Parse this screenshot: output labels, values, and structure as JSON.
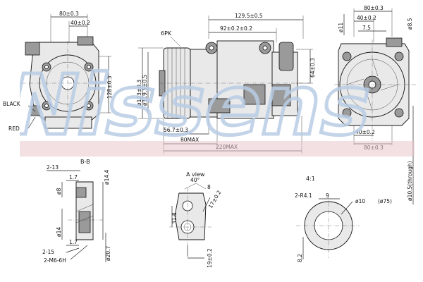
{
  "brand_watermark": "Nissens",
  "colors": {
    "watermark": "#b9cde6",
    "watermark_band": "#e8c6cc",
    "ink": "#111111"
  },
  "wires": {
    "black_label": "BLACK",
    "red_label": "RED"
  },
  "front_view": {
    "dim_80": "80±0.3",
    "dim_40": "40±0.2",
    "dim_128": "128±0.3"
  },
  "side_view": {
    "dim_129_5": "129.5±0.5",
    "dim_92": "92±0.2±0.2",
    "belt": "6PK",
    "dim_123": "ø123±0.3",
    "dim_119_5": "ø119.5±0.5",
    "dim_64": "64±0.3",
    "dim_56_7": "56.7±0.3",
    "dim_80max": "80MAX",
    "dim_220max": "220MAX"
  },
  "rear_view": {
    "dim_80_top": "80±0.3",
    "dim_40_top": "40±0.2",
    "dim_7_5": "7.5",
    "dim_11": "ø11",
    "dim_8_5": "ø8.5",
    "dim_40_bottom": "40±0.2",
    "dim_80_bottom": "80±0.3",
    "through": "ø10.5(through)"
  },
  "section_bb": {
    "title": "B-B",
    "dim_2_13": "2-13",
    "dim_1_7_top": "1.7",
    "dim_8": "ø8",
    "dim_14_4": "ø14.4",
    "dim_14": "ø14",
    "dim_1_7_bottom": "1.7",
    "dim_2_m6": "2-M6-6H",
    "dim_20_7": "ø20.7",
    "dim_2_15": "2-15"
  },
  "view_a": {
    "title": "A view",
    "dim_40": "40°",
    "dim_8": "8",
    "dim_17": "17±0.2",
    "dim_31_8": "31.8",
    "dim_19": "19±0.2"
  },
  "detail": {
    "scale": "4:1",
    "r": "2-R4.1",
    "dim_9": "9",
    "dim_10": "ø10",
    "dim_475": "(ø75)",
    "dim_8_2": "8.2"
  }
}
